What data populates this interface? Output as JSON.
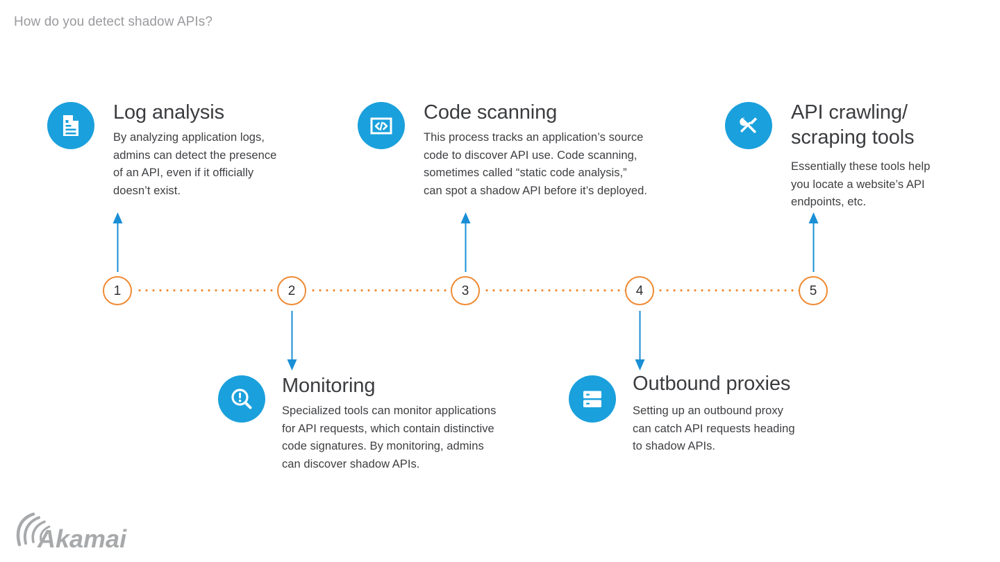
{
  "page": {
    "title": "How do you detect shadow APIs?",
    "brand": "Akamai",
    "accent_blue": "#1aa0dc",
    "accent_orange": "#ef8a33",
    "title_color": "#9a9a9e",
    "text_color": "#3d3e41",
    "background": "#ffffff"
  },
  "timeline": {
    "nodes": [
      {
        "number": "1",
        "direction": "up"
      },
      {
        "number": "2",
        "direction": "down"
      },
      {
        "number": "3",
        "direction": "up"
      },
      {
        "number": "4",
        "direction": "down"
      },
      {
        "number": "5",
        "direction": "up"
      }
    ]
  },
  "steps": [
    {
      "number": "1",
      "icon": "document-icon",
      "title": "Log analysis",
      "text": "By analyzing application logs,\nadmins can detect the presence\nof an API, even if it officially\ndoesn’t exist."
    },
    {
      "number": "2",
      "icon": "magnifier-alert-icon",
      "title": "Monitoring",
      "text": "Specialized tools can monitor applications\nfor API requests, which contain distinctive\ncode signatures. By monitoring, admins\ncan discover shadow APIs."
    },
    {
      "number": "3",
      "icon": "code-window-icon",
      "title": "Code scanning",
      "text": "This process tracks an application’s source\ncode to discover API use. Code scanning,\nsometimes called “static code analysis,”\ncan spot a shadow API before it’s deployed."
    },
    {
      "number": "4",
      "icon": "server-rack-icon",
      "title": "Outbound proxies",
      "text": "Setting up an outbound proxy\ncan catch API requests heading\nto shadow APIs."
    },
    {
      "number": "5",
      "icon": "tools-icon",
      "title": "API crawling/\nscraping tools",
      "text": "Essentially these tools help\nyou locate a website’s API\nendpoints, etc."
    }
  ]
}
